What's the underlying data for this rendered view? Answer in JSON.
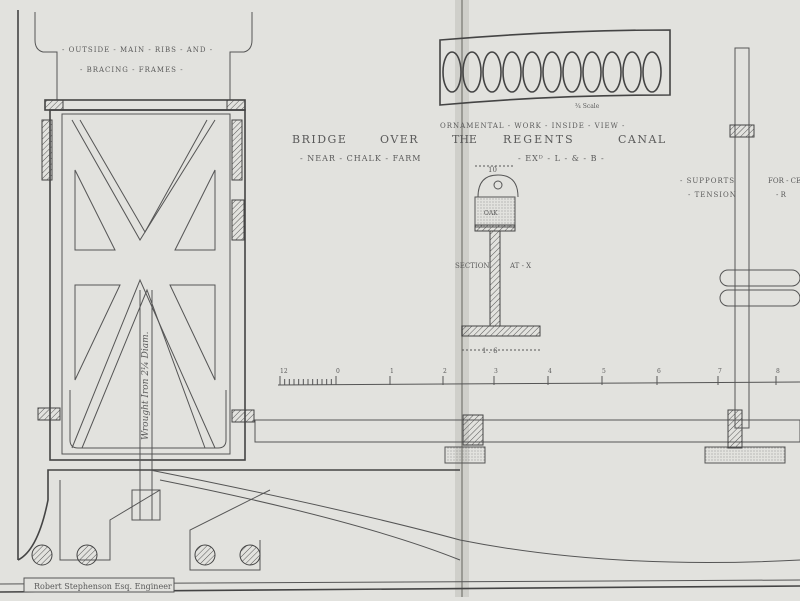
{
  "labels": {
    "ribs_title_1": "- OUTSIDE - MAIN - RIBS - AND -",
    "ribs_title_2": "- BRACING - FRAMES -",
    "ornamental": "ORNAMENTAL - WORK - INSIDE - VIEW -",
    "ornamental_scale": "¾ Scale",
    "title_bridge": "BRIDGE",
    "title_over": "OVER",
    "title_the": "THE",
    "title_regents": "REGENTS",
    "title_canal": "CANAL",
    "subtitle_near": "- NEAR - CHALK - FARM",
    "subtitle_company": "- EXᴰ - L - & - B -",
    "supports": "- SUPPORTS",
    "supports_cont": "FOR - CE",
    "tension": "- TENSION",
    "tension_cont": "- R",
    "section": "SECTION",
    "section_at": "AT - X",
    "oak": "OAK",
    "dim_top": "10",
    "dim_bottom": "1 . 6",
    "rod": "Wrought Iron  2¼ Diam.",
    "engineer": "Robert Stephenson Esq. Engineer"
  },
  "scale_bar": {
    "ticks": [
      "12",
      "0",
      "1",
      "2",
      "3",
      "4",
      "5",
      "6",
      "7",
      "8"
    ]
  },
  "colors": {
    "paper": "#e2e2de",
    "ink": "#555555"
  }
}
